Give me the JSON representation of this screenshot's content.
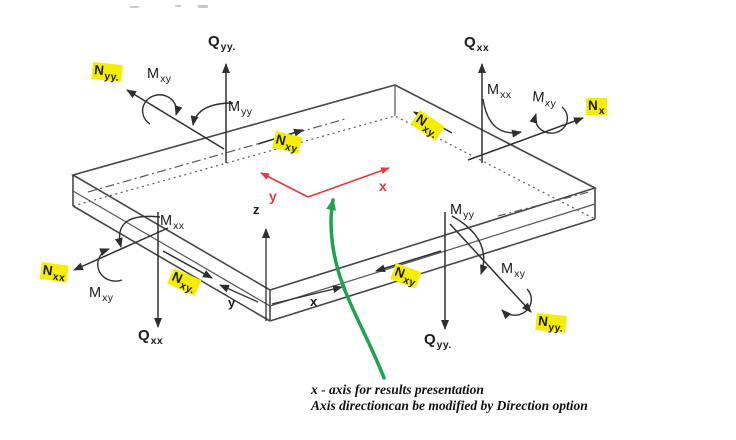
{
  "figure": {
    "type": "plate-shell-internal-forces-diagram",
    "colors": {
      "highlight": "#f6ee00",
      "red_axes": "#e23c3c",
      "green_arrow": "#1ea44a",
      "line": "#3c3c3c",
      "text": "#1c1c1c"
    },
    "labels": {
      "qyy_top": {
        "main": "Q",
        "sub": "yy."
      },
      "nyy_tl": {
        "main": "N",
        "sub": "yy."
      },
      "mxy_tl": {
        "main": "M",
        "sub": "xy"
      },
      "myy_tl": {
        "main": "M",
        "sub": "yy"
      },
      "nxy_top": {
        "main": "N",
        "sub": "xy"
      },
      "qxx_tr": {
        "main": "Q",
        "sub": "xx"
      },
      "mxx_tr": {
        "main": "M",
        "sub": "xx"
      },
      "mxy_tr": {
        "main": "M",
        "sub": "xy"
      },
      "nx_r": {
        "main": "N",
        "sub": "x"
      },
      "nxy_r": {
        "main": "N",
        "sub": "xy."
      },
      "mxx_l": {
        "main": "M",
        "sub": "xx"
      },
      "nxx_l": {
        "main": "N",
        "sub": "xx"
      },
      "mxy_l": {
        "main": "M",
        "sub": "xy"
      },
      "nxy_bl": {
        "main": "N",
        "sub": "xy."
      },
      "qxx_b": {
        "main": "Q",
        "sub": "xx"
      },
      "myy_r": {
        "main": "M",
        "sub": "yy"
      },
      "mxy_br": {
        "main": "M",
        "sub": "xy"
      },
      "nxy_brc": {
        "main": "N",
        "sub": "xy"
      },
      "nyy_br": {
        "main": "N",
        "sub": "yy."
      },
      "qyy_b": {
        "main": "Q",
        "sub": "yy."
      }
    },
    "axes": {
      "red_x": "x",
      "red_y": "y",
      "black_x": "x",
      "black_y": "y",
      "black_z": "z"
    },
    "caption": {
      "line1": "x - axis for results presentation",
      "line2": "Axis directioncan be modified by Direction option"
    }
  }
}
